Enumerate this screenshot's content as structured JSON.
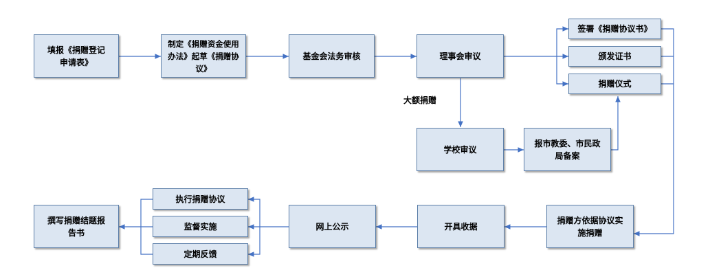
{
  "flowchart": {
    "nodes": {
      "fill_form": "填报《捐赠登记申请表》",
      "draft_agreement": "制定《捐赠资金使用办法》起草《捐赠协议》",
      "foundation_review": "基金会法务审核",
      "council_review": "理事会审议",
      "sign_agreement": "签署《捐赠协议书》",
      "issue_certificate": "颁发证书",
      "donation_ceremony": "捐赠仪式",
      "school_review": "学校审议",
      "report_filing": "报市教委、市民政局备案",
      "donor_implement": "捐赠方依据协议实施捐赠",
      "issue_receipt": "开具收据",
      "online_publicity": "网上公示",
      "execute_agreement": "执行捐赠协议",
      "supervise": "监督实施",
      "feedback": "定期反馈",
      "write_report": "撰写捐赠结题报告书"
    },
    "edge_labels": {
      "large_donation": "大额捐赠"
    },
    "colors": {
      "box_fill": "#dce6f2",
      "box_border": "#5b7ea8",
      "arrow": "#4472c4"
    }
  }
}
